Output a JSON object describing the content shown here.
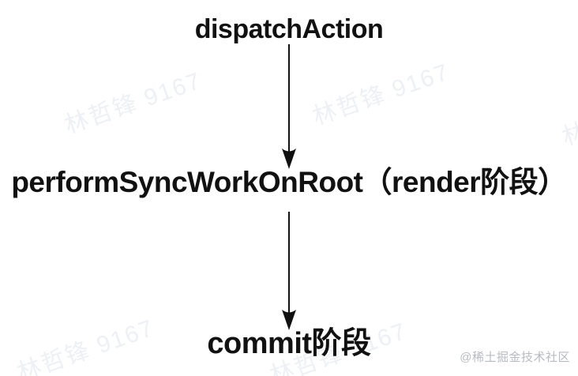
{
  "colors": {
    "background": "#ffffff",
    "text": "#111111",
    "arrow": "#111111",
    "watermark": "#edf0f4",
    "credit": "#b7bbc1"
  },
  "diagram": {
    "nodes": [
      {
        "id": "dispatch-action",
        "label": "dispatchAction"
      },
      {
        "id": "perform-sync-work-on-root",
        "label": "performSyncWorkOnRoot（render阶段）"
      },
      {
        "id": "commit-phase",
        "label": "commit阶段"
      }
    ],
    "arrows": [
      {
        "from": "dispatch-action",
        "to": "perform-sync-work-on-root",
        "direction": "down"
      },
      {
        "from": "perform-sync-work-on-root",
        "to": "commit-phase",
        "direction": "down"
      }
    ]
  },
  "watermark": {
    "text": "林哲锋 9167"
  },
  "credit": {
    "text": "@稀土掘金技术社区"
  }
}
